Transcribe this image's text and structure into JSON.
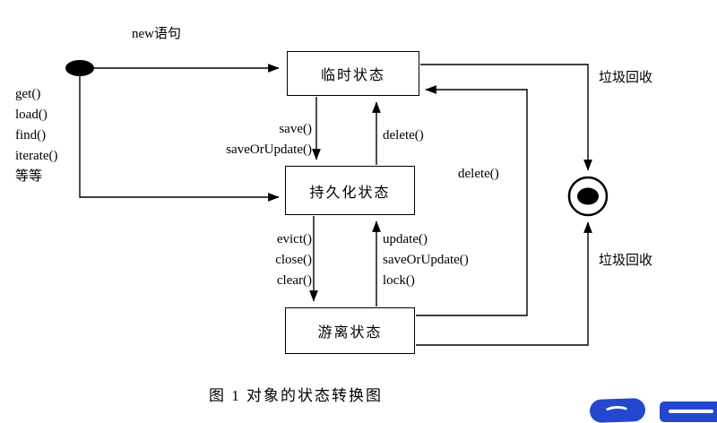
{
  "figure": {
    "caption": "图 1  对象的状态转换图"
  },
  "states": {
    "transient": "临时状态",
    "persistent": "持久化状态",
    "detached": "游离状态"
  },
  "transitions": {
    "new_label": "new语句",
    "left_methods": [
      "get()",
      "load()",
      "find()",
      "iterate()",
      "等等"
    ],
    "save_methods": [
      "save()",
      "saveOrUpdate()"
    ],
    "delete_inner": "delete()",
    "delete_outer": "delete()",
    "detach_methods": [
      "evict()",
      "close()",
      "clear()"
    ],
    "attach_methods": [
      "update()",
      "saveOrUpdate()",
      "lock()"
    ],
    "gc_top": "垃圾回收",
    "gc_bottom": "垃圾回收"
  },
  "colors": {
    "line": "#000000",
    "background": "#ffffff",
    "logo_blue": "#2448cd"
  }
}
